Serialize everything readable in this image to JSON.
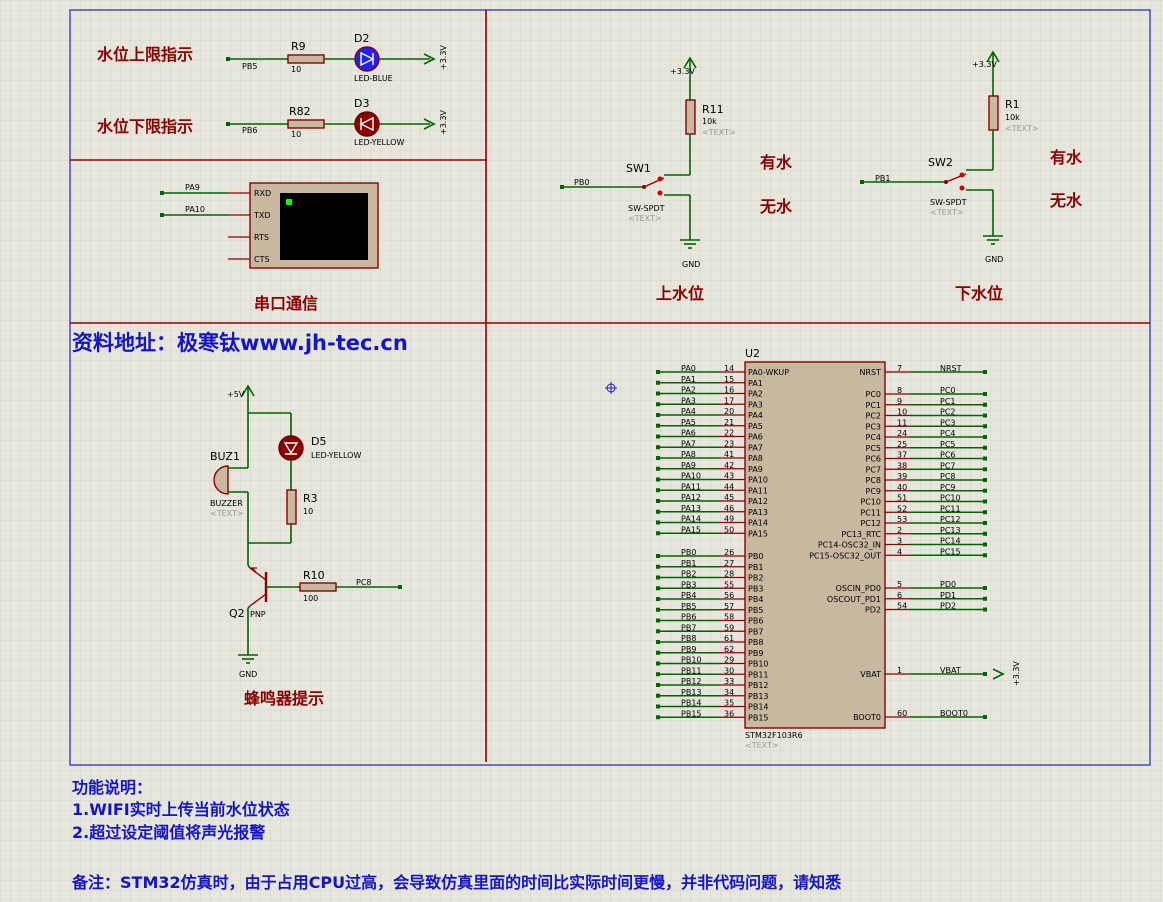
{
  "labels": {
    "upper_ind": "水位上限指示",
    "lower_ind": "水位下限指示",
    "serial": "串口通信",
    "upper_level": "上水位",
    "lower_level": "下水位",
    "buzzer_hint": "蜂鸣器提示",
    "has_water": "有水",
    "no_water": "无水",
    "resource": "资料地址：极寒钛www.jh-tec.cn"
  },
  "notes": {
    "title": "功能说明：",
    "line1": "1.WIFI实时上传当前水位状态",
    "line2": "2.超过设定阈值将声光报警",
    "remark": "备注：STM32仿真时，由于占用CPU过高，会导致仿真里面的时间比实际时间更慢，并非代码问题，请知悉"
  },
  "parts": {
    "r9": {
      "ref": "R9",
      "val": "10",
      "net": "PB5"
    },
    "r82": {
      "ref": "R82",
      "val": "10",
      "net": "PB6"
    },
    "d2": {
      "ref": "D2",
      "val": "LED-BLUE"
    },
    "d3": {
      "ref": "D3",
      "val": "LED-YELLOW"
    },
    "v33": "+3.3V",
    "v5": "+5V",
    "gnd": "GND",
    "text": "<TEXT>",
    "uart": {
      "rxd": "RXD",
      "txd": "TXD",
      "rts": "RTS",
      "cts": "CTS",
      "pa9": "PA9",
      "pa10": "PA10"
    },
    "r11": {
      "ref": "R11",
      "val": "10k"
    },
    "r1": {
      "ref": "R1",
      "val": "10k"
    },
    "sw1": {
      "ref": "SW1",
      "val": "SW-SPDT",
      "net": "PB0"
    },
    "sw2": {
      "ref": "SW2",
      "val": "SW-SPDT",
      "net": "PB1"
    },
    "buz1": {
      "ref": "BUZ1",
      "val": "BUZZER"
    },
    "d5": {
      "ref": "D5",
      "val": "LED-YELLOW"
    },
    "r3": {
      "ref": "R3",
      "val": "10"
    },
    "r10": {
      "ref": "R10",
      "val": "100",
      "net": "PC8"
    },
    "q2": {
      "ref": "Q2",
      "val": "PNP"
    },
    "u2": {
      "ref": "U2",
      "val": "STM32F103R6"
    }
  },
  "mcu": {
    "left_a": [
      [
        "PA0-WKUP",
        "14",
        "PA0"
      ],
      [
        "PA1",
        "15",
        "PA1"
      ],
      [
        "PA2",
        "16",
        "PA2"
      ],
      [
        "PA3",
        "17",
        "PA3"
      ],
      [
        "PA4",
        "20",
        "PA4"
      ],
      [
        "PA5",
        "21",
        "PA5"
      ],
      [
        "PA6",
        "22",
        "PA6"
      ],
      [
        "PA7",
        "23",
        "PA7"
      ],
      [
        "PA8",
        "41",
        "PA8"
      ],
      [
        "PA9",
        "42",
        "PA9"
      ],
      [
        "PA10",
        "43",
        "PA10"
      ],
      [
        "PA11",
        "44",
        "PA11"
      ],
      [
        "PA12",
        "45",
        "PA12"
      ],
      [
        "PA13",
        "46",
        "PA13"
      ],
      [
        "PA14",
        "49",
        "PA14"
      ],
      [
        "PA15",
        "50",
        "PA15"
      ]
    ],
    "left_b": [
      [
        "PB0",
        "26",
        "PB0"
      ],
      [
        "PB1",
        "27",
        "PB1"
      ],
      [
        "PB2",
        "28",
        "PB2"
      ],
      [
        "PB3",
        "55",
        "PB3"
      ],
      [
        "PB4",
        "56",
        "PB4"
      ],
      [
        "PB5",
        "57",
        "PB5"
      ],
      [
        "PB6",
        "58",
        "PB6"
      ],
      [
        "PB7",
        "59",
        "PB7"
      ],
      [
        "PB8",
        "61",
        "PB8"
      ],
      [
        "PB9",
        "62",
        "PB9"
      ],
      [
        "PB10",
        "29",
        "PB10"
      ],
      [
        "PB11",
        "30",
        "PB11"
      ],
      [
        "PB12",
        "33",
        "PB12"
      ],
      [
        "PB13",
        "34",
        "PB13"
      ],
      [
        "PB14",
        "35",
        "PB14"
      ],
      [
        "PB15",
        "36",
        "PB15"
      ]
    ],
    "right_a": [
      [
        "NRST",
        "7",
        "NRST"
      ]
    ],
    "right_b": [
      [
        "PC0",
        "8",
        "PC0"
      ],
      [
        "PC1",
        "9",
        "PC1"
      ],
      [
        "PC2",
        "10",
        "PC2"
      ],
      [
        "PC3",
        "11",
        "PC3"
      ],
      [
        "PC4",
        "24",
        "PC4"
      ],
      [
        "PC5",
        "25",
        "PC5"
      ],
      [
        "PC6",
        "37",
        "PC6"
      ],
      [
        "PC7",
        "38",
        "PC7"
      ],
      [
        "PC8",
        "39",
        "PC8"
      ],
      [
        "PC9",
        "40",
        "PC9"
      ],
      [
        "PC10",
        "51",
        "PC10"
      ],
      [
        "PC11",
        "52",
        "PC11"
      ],
      [
        "PC12",
        "53",
        "PC12"
      ],
      [
        "PC13_RTC",
        "2",
        "PC13"
      ],
      [
        "PC14-OSC32_IN",
        "3",
        "PC14"
      ],
      [
        "PC15-OSC32_OUT",
        "4",
        "PC15"
      ]
    ],
    "right_c": [
      [
        "OSCIN_PD0",
        "5",
        "PD0"
      ],
      [
        "OSCOUT_PD1",
        "6",
        "PD1"
      ],
      [
        "PD2",
        "54",
        "PD2"
      ]
    ],
    "vbat": [
      "VBAT",
      "1",
      "VBAT"
    ],
    "boot0": [
      "BOOT0",
      "60",
      "BOOT0"
    ]
  }
}
